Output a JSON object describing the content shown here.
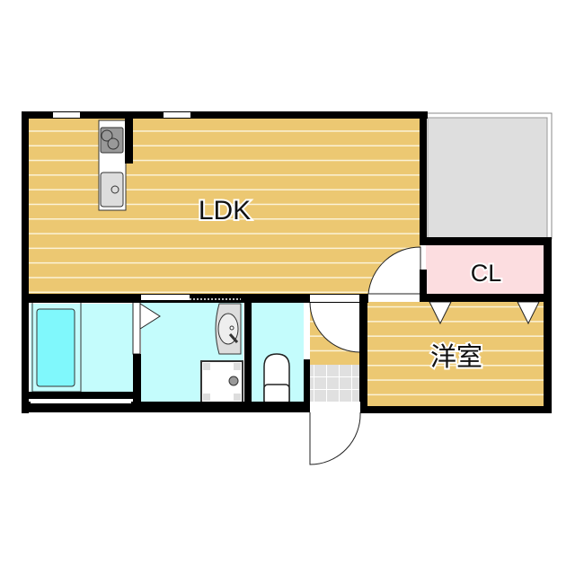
{
  "rooms": {
    "ldk": {
      "label": "LDK"
    },
    "closet": {
      "label": "CL"
    },
    "western_room": {
      "label": "洋室"
    }
  },
  "colors": {
    "wood_floor": "#ecc872",
    "wet_area": "#c4fcfc",
    "bathtub": "#80f8fc",
    "closet": "#fcdde0",
    "balcony": "#dedede",
    "wall": "#000000"
  }
}
